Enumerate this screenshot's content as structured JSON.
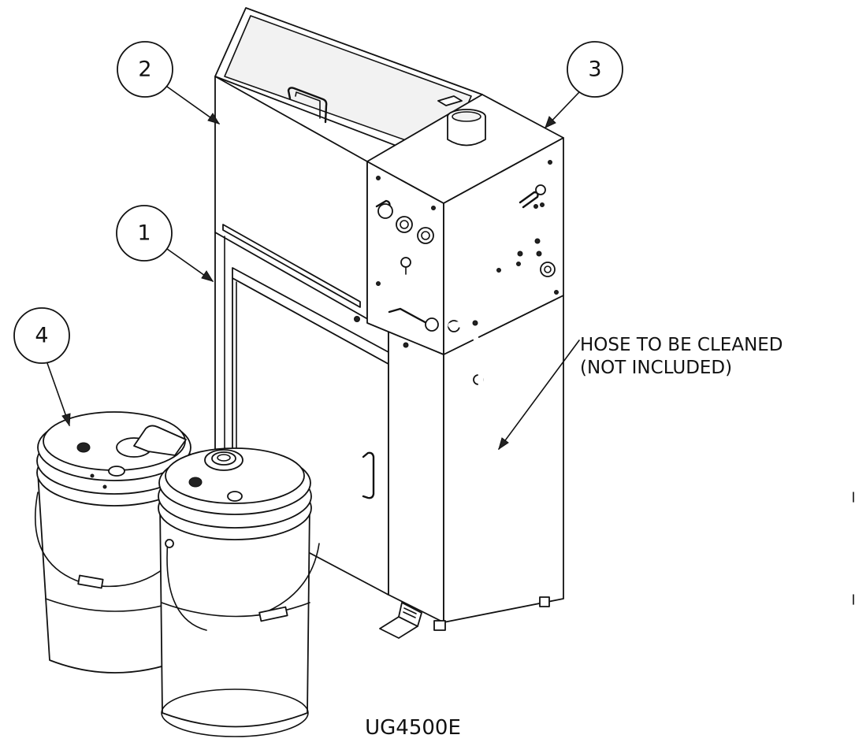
{
  "drawing": {
    "balloons": [
      "1",
      "2",
      "3",
      "4"
    ],
    "callout_line1": "HOSE TO BE CLEANED",
    "callout_line2": "(NOT INCLUDED)",
    "model": "UG4500E"
  },
  "colors": {
    "line": "#111111",
    "background": "#ffffff"
  }
}
